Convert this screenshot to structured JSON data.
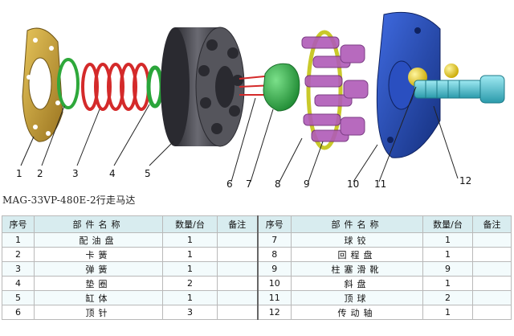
{
  "caption": "MAG-33VP-480E-2行走马达",
  "callouts": [
    "1",
    "2",
    "3",
    "4",
    "5",
    "6",
    "7",
    "8",
    "9",
    "10",
    "11",
    "12"
  ],
  "table": {
    "headers": [
      "序号",
      "部件名称",
      "数量/台",
      "备注",
      "序号",
      "部件名称",
      "数量/台",
      "备注"
    ],
    "rows": [
      {
        "no": "1",
        "name": "配油盘",
        "qty": "1",
        "note": "",
        "no2": "7",
        "name2": "球铰",
        "qty2": "1",
        "note2": ""
      },
      {
        "no": "2",
        "name": "卡簧",
        "qty": "1",
        "note": "",
        "no2": "8",
        "name2": "回程盘",
        "qty2": "1",
        "note2": ""
      },
      {
        "no": "3",
        "name": "弹簧",
        "qty": "1",
        "note": "",
        "no2": "9",
        "name2": "柱塞滑靴",
        "qty2": "9",
        "note2": ""
      },
      {
        "no": "4",
        "name": "垫圈",
        "qty": "2",
        "note": "",
        "no2": "10",
        "name2": "斜盘",
        "qty2": "1",
        "note2": ""
      },
      {
        "no": "5",
        "name": "缸体",
        "qty": "1",
        "note": "",
        "no2": "11",
        "name2": "顶球",
        "qty2": "2",
        "note2": ""
      },
      {
        "no": "6",
        "name": "顶针",
        "qty": "3",
        "note": "",
        "no2": "12",
        "name2": "传动轴",
        "qty2": "1",
        "note2": ""
      }
    ]
  },
  "colors": {
    "valve_plate": "#c9a23a",
    "snap_ring": "#2ea83a",
    "spring": "#d42a2a",
    "washer": "#2aa53a",
    "cylinder": "#3f3f46",
    "ball_joint": "#2fb04a",
    "retainer": "#c9c92a",
    "piston": "#b05ab8",
    "swash_plate": "#1d3fa8",
    "ball": "#e8d21c",
    "shaft": "#3fc0d0"
  }
}
